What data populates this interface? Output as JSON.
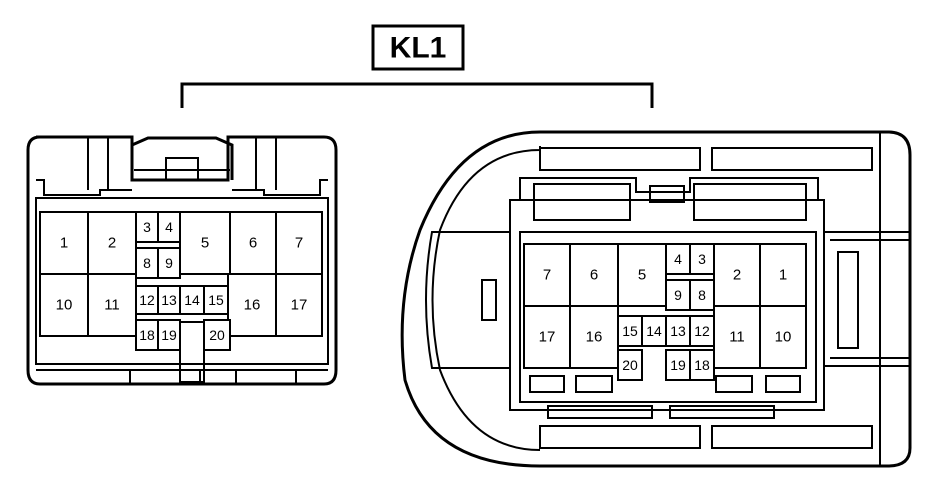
{
  "connector_label": "KL1",
  "left_view": {
    "pins": [
      "1",
      "2",
      "3",
      "4",
      "5",
      "6",
      "7",
      "8",
      "9",
      "10",
      "11",
      "12",
      "13",
      "14",
      "15",
      "16",
      "17",
      "18",
      "19",
      "20"
    ]
  },
  "right_view": {
    "pins": [
      "7",
      "6",
      "5",
      "4",
      "3",
      "2",
      "1",
      "9",
      "8",
      "17",
      "16",
      "15",
      "14",
      "13",
      "12",
      "11",
      "10",
      "20",
      "19",
      "18"
    ]
  }
}
